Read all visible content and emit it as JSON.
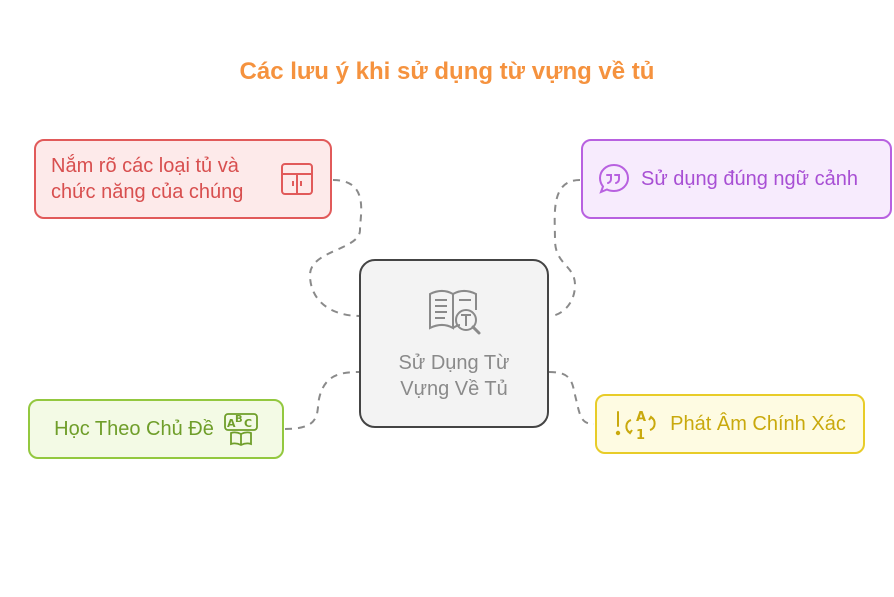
{
  "title": "Các lưu ý khi sử dụng từ vựng về tủ",
  "center": {
    "label": "Sử Dụng Từ Vựng Về Tủ",
    "icon": "book-magnify-icon"
  },
  "branches": {
    "top_left": {
      "label": "Nắm rõ các loại tủ và chức năng của chúng",
      "icon": "cabinet-icon",
      "color": "#e15a5a"
    },
    "top_right": {
      "label": "Sử dụng đúng ngữ cảnh",
      "icon": "quote-bubble-icon",
      "color": "#b861e0"
    },
    "bottom_left": {
      "label": "Học Theo Chủ Đề",
      "icon": "abc-book-icon",
      "color": "#93c83f"
    },
    "bottom_right": {
      "label": "Phát Âm Chính Xác",
      "icon": "pronunciation-icon",
      "color": "#e8cc28"
    }
  },
  "colors": {
    "title": "#f5923e",
    "connector": "#8a8a8a",
    "center_border": "#444444"
  }
}
